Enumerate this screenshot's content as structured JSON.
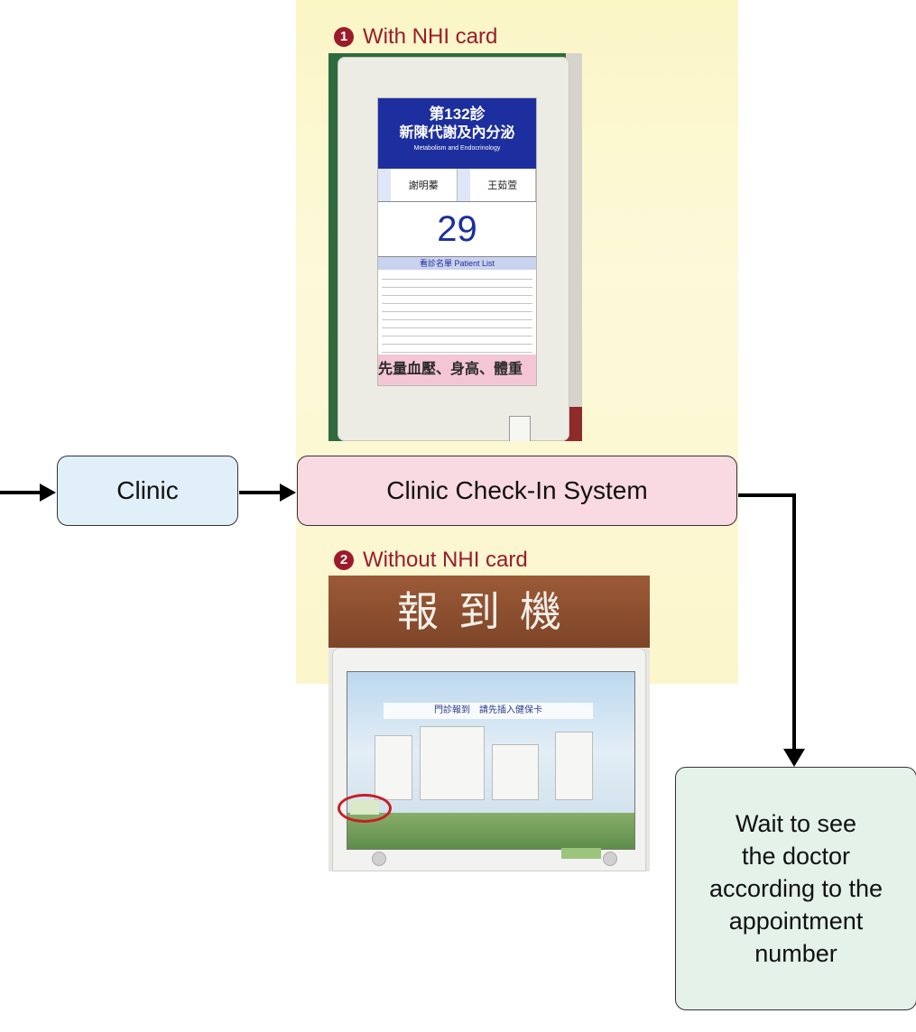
{
  "diagram": {
    "nodes": {
      "clinic": "Clinic",
      "checkin": "Clinic Check-In System",
      "wait": "Wait to see\nthe doctor\naccording to the\nappointment\nnumber"
    },
    "options": [
      {
        "number": "1",
        "label": "With NHI card"
      },
      {
        "number": "2",
        "label": "Without NHI card"
      }
    ],
    "photo_display": {
      "room": "第132診",
      "department": "新陳代謝及內分泌",
      "department_en": "Metabolism and Endocrinology",
      "doctor_1": "謝明蓁",
      "doctor_2": "王茹萱",
      "current_number": "29",
      "list_header": "看診名單 Patient List",
      "ticker": "先量血壓、身高、體重"
    },
    "photo_kiosk": {
      "sign": "報到機",
      "banner": "門診報到　請先插入健保卡"
    }
  },
  "colors": {
    "option_label": "#9b1b2b",
    "panel": "#fdf8d2",
    "clinic_fill": "#e1eff8",
    "checkin_fill": "#f9d9e2",
    "wait_fill": "#e4f2ea",
    "highlight_circle": "#c81d25"
  }
}
